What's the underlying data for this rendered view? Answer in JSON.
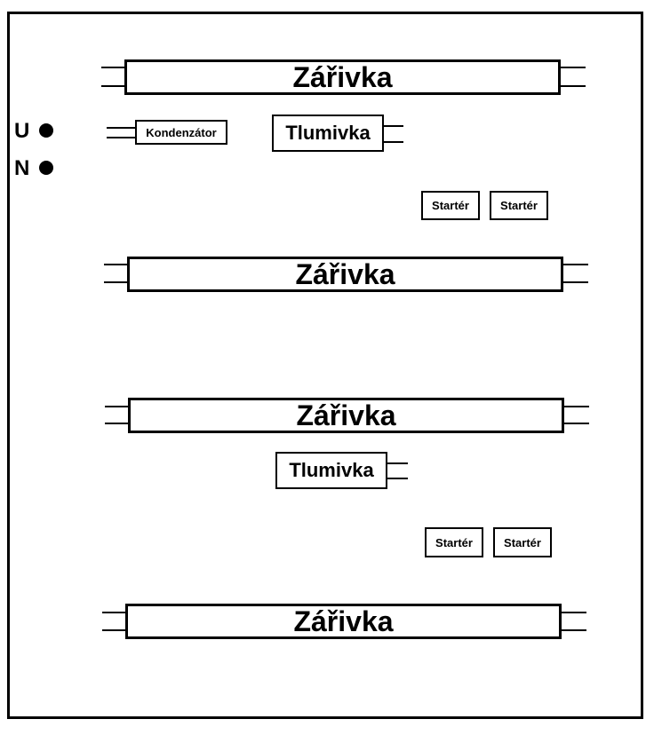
{
  "labels": {
    "tube": "Zářivka",
    "ballast": "Tlumivka",
    "starter": "Startér",
    "capacitor": "Kondenzátor",
    "phase": "U",
    "neutral": "N"
  },
  "tubes": [
    {
      "label": "Zářivka"
    },
    {
      "label": "Zářivka"
    },
    {
      "label": "Zářivka"
    },
    {
      "label": "Zářivka"
    }
  ],
  "ballasts": [
    {
      "label": "Tlumivka"
    },
    {
      "label": "Tlumivka"
    }
  ],
  "starters": [
    {
      "label": "Startér"
    },
    {
      "label": "Startér"
    },
    {
      "label": "Startér"
    },
    {
      "label": "Startér"
    }
  ],
  "capacitor": {
    "label": "Kondenzátor"
  },
  "terminals": [
    {
      "label": "U"
    },
    {
      "label": "N"
    }
  ]
}
